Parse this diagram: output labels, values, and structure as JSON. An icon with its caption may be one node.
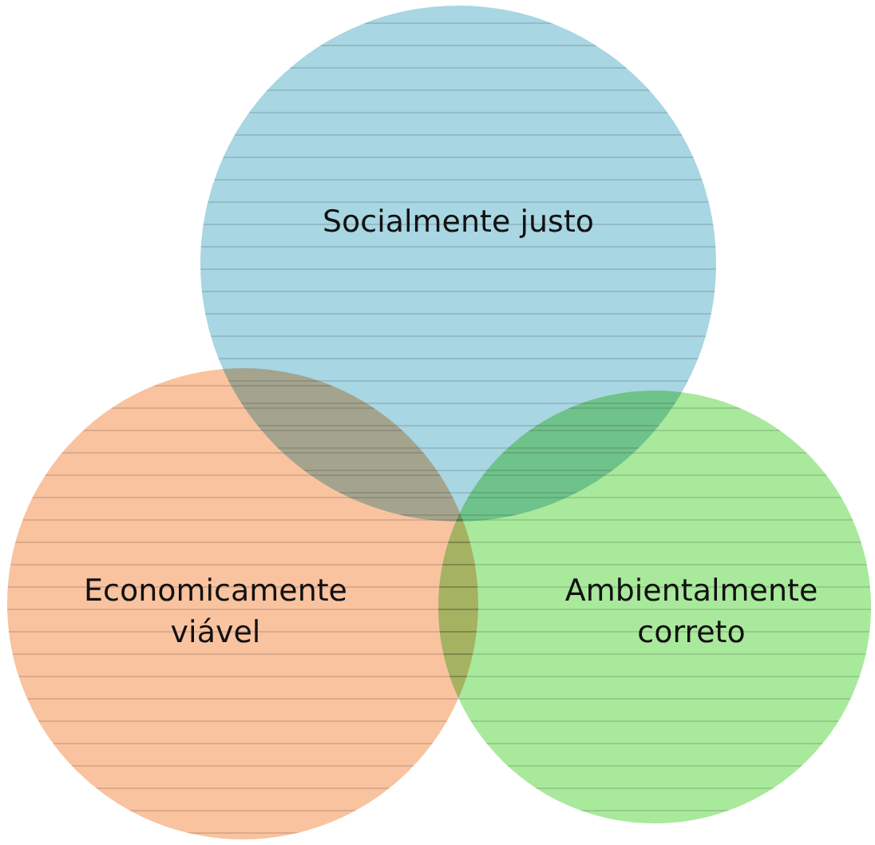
{
  "diagram": {
    "nodes": [
      {
        "text": [
          "Socialmente justo"
        ]
      },
      {
        "text": [
          "Economicamente viável"
        ]
      },
      {
        "text": [
          "Ambientalmente correto"
        ]
      }
    ]
  }
}
